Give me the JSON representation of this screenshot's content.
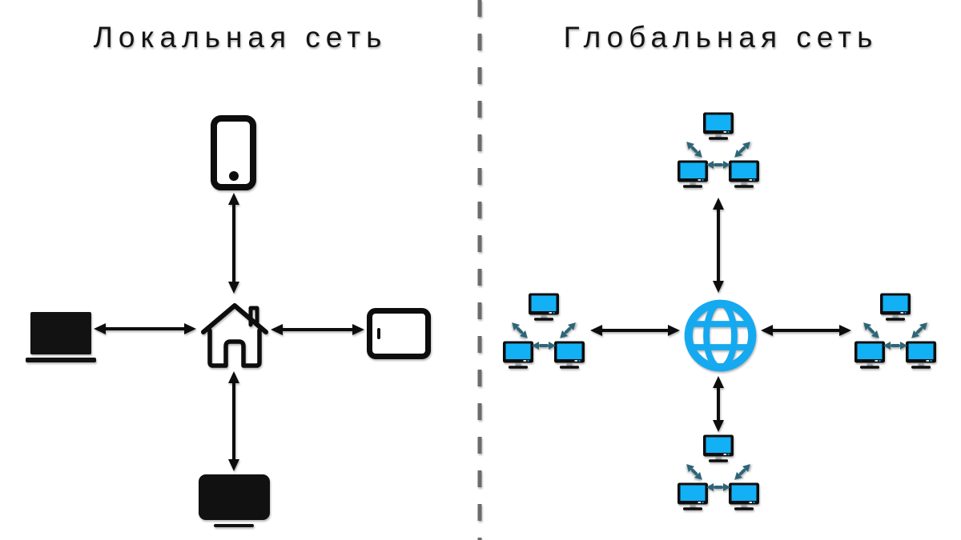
{
  "left_panel": {
    "title": "Локальная сеть",
    "hub_icon": "house",
    "device_icons": [
      "smartphone",
      "laptop",
      "tablet",
      "smart-tv"
    ]
  },
  "right_panel": {
    "title": "Глобальная сеть",
    "hub_icon": "globe-internet",
    "network_icons": [
      "lan-cluster-top",
      "lan-cluster-left",
      "lan-cluster-right",
      "lan-cluster-bottom"
    ],
    "computers_per_cluster": "3"
  },
  "colors": {
    "black": "#0d0d0d",
    "accent_blue": "#15a9f0",
    "screen_blue": "#12b0f5",
    "teal": "#2d6577",
    "divider_gray": "#6b6b6b",
    "background": "#ffffff"
  }
}
